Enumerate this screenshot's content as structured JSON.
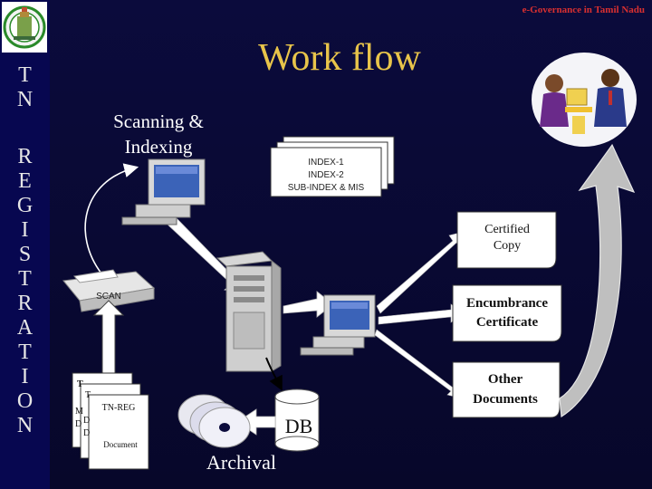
{
  "header": {
    "tag": "e-Governance in Tamil Nadu",
    "title": "Work flow"
  },
  "sidebar": {
    "line1": [
      "T",
      "N"
    ],
    "line2": [
      "R",
      "E",
      "G",
      "I",
      "S",
      "T",
      "R",
      "A",
      "T",
      "I",
      "O",
      "N"
    ]
  },
  "diagram": {
    "scanning_label_1": "Scanning &",
    "scanning_label_2": "Indexing",
    "index_lines": [
      "INDEX-1",
      "INDEX-2",
      "SUB-INDEX & MIS"
    ],
    "scan_label": "SCAN",
    "doc_title": "TN-REG",
    "doc_footer": "Document",
    "db_label": "DB",
    "archival_label": "Archival",
    "outputs": [
      {
        "line1": "Certified",
        "line2": "Copy"
      },
      {
        "line1": "Encumbrance",
        "line2": "Certificate"
      },
      {
        "line1": "Other",
        "line2": "Documents"
      }
    ]
  }
}
